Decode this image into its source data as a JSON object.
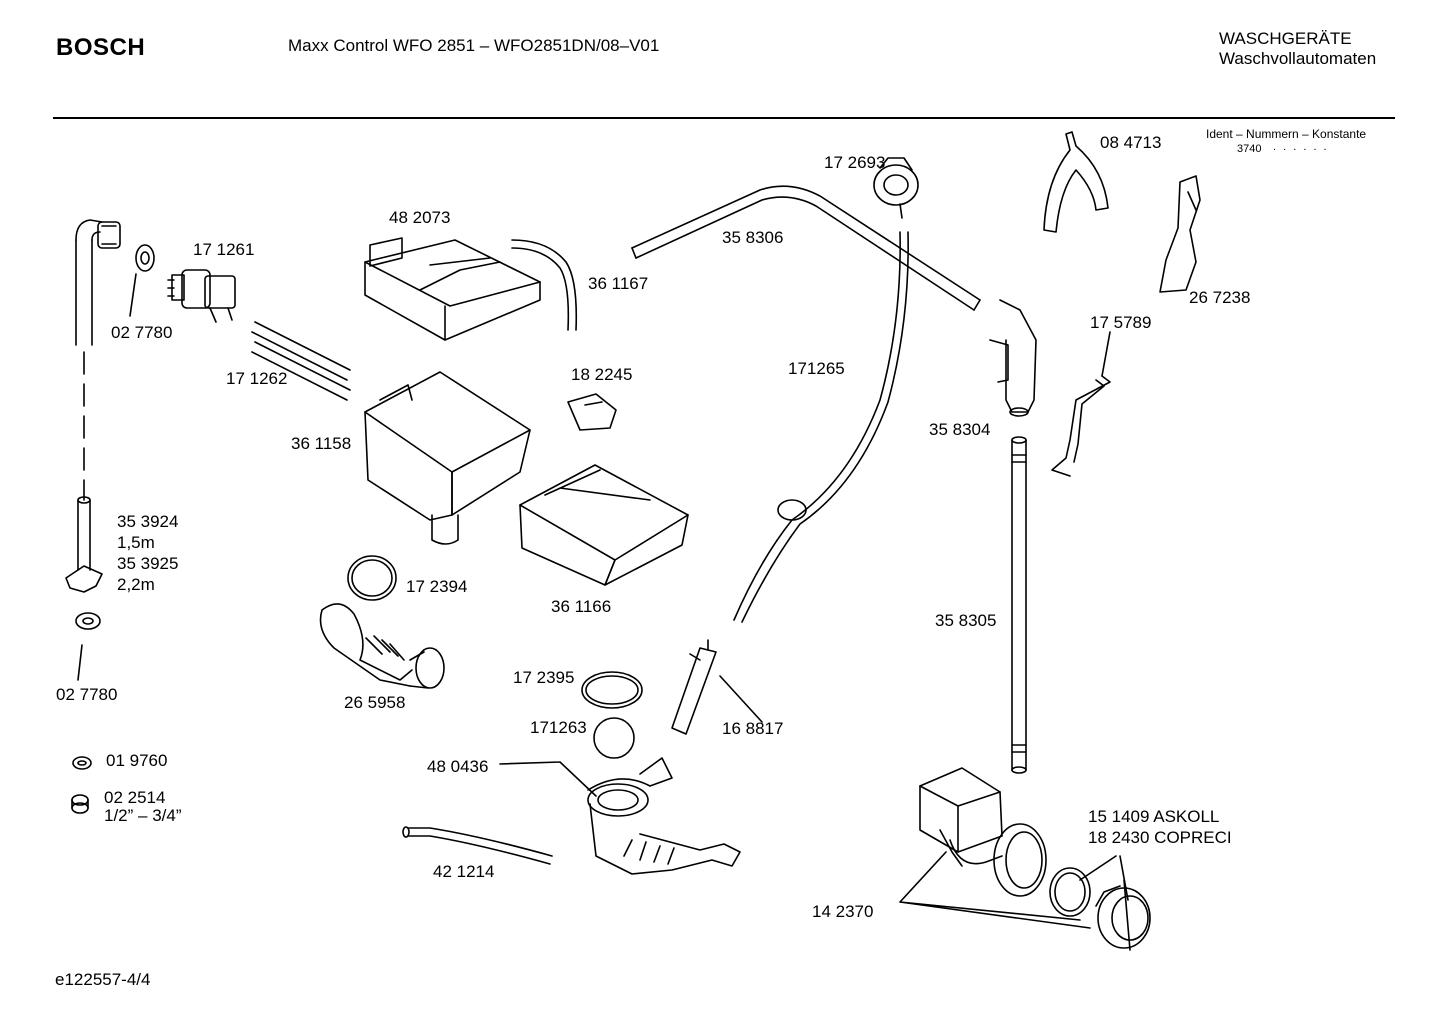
{
  "header": {
    "brand": "BOSCH",
    "model": "Maxx Control WFO 2851 – WFO2851DN/08–V01",
    "category": "WASCHGERÄTE",
    "subcategory": "Waschvollautomaten",
    "ident_title": "Ident – Nummern – Konstante",
    "ident_value": "3740",
    "ident_dots": ". .  . . . ."
  },
  "parts": {
    "p027780a": "02 7780",
    "p171261": "17 1261",
    "p171262": "17 1262",
    "p482073": "48 2073",
    "p361167": "36 1167",
    "p361158": "36 1158",
    "p182245": "18 2245",
    "p361166": "36 1166",
    "p172394": "17 2394",
    "p265958": "26 5958",
    "p353924": "35 3924",
    "p15m": "1,5m",
    "p353925": "35 3925",
    "p22m": "2,2m",
    "p027780b": "02 7780",
    "p019760": "01 9760",
    "p022514": "02 2514",
    "pthread": "1/2” – 3/4”",
    "p172693": "17 2693",
    "p358306": "35 8306",
    "p171265": "171265",
    "p172395": "17 2395",
    "p171263": "171263",
    "p480436": "48 0436",
    "p168817": "16 8817",
    "p421214": "42 1214",
    "p084713": "08 4713",
    "p267238": "26 7238",
    "p175789": "17 5789",
    "p358304": "35 8304",
    "p358305": "35 8305",
    "p151409": "15 1409  ASKOLL",
    "p182430": "18 2430  COPRECI",
    "p142370": "14 2370"
  },
  "footer": {
    "drawing_id": "e122557-4/4"
  }
}
